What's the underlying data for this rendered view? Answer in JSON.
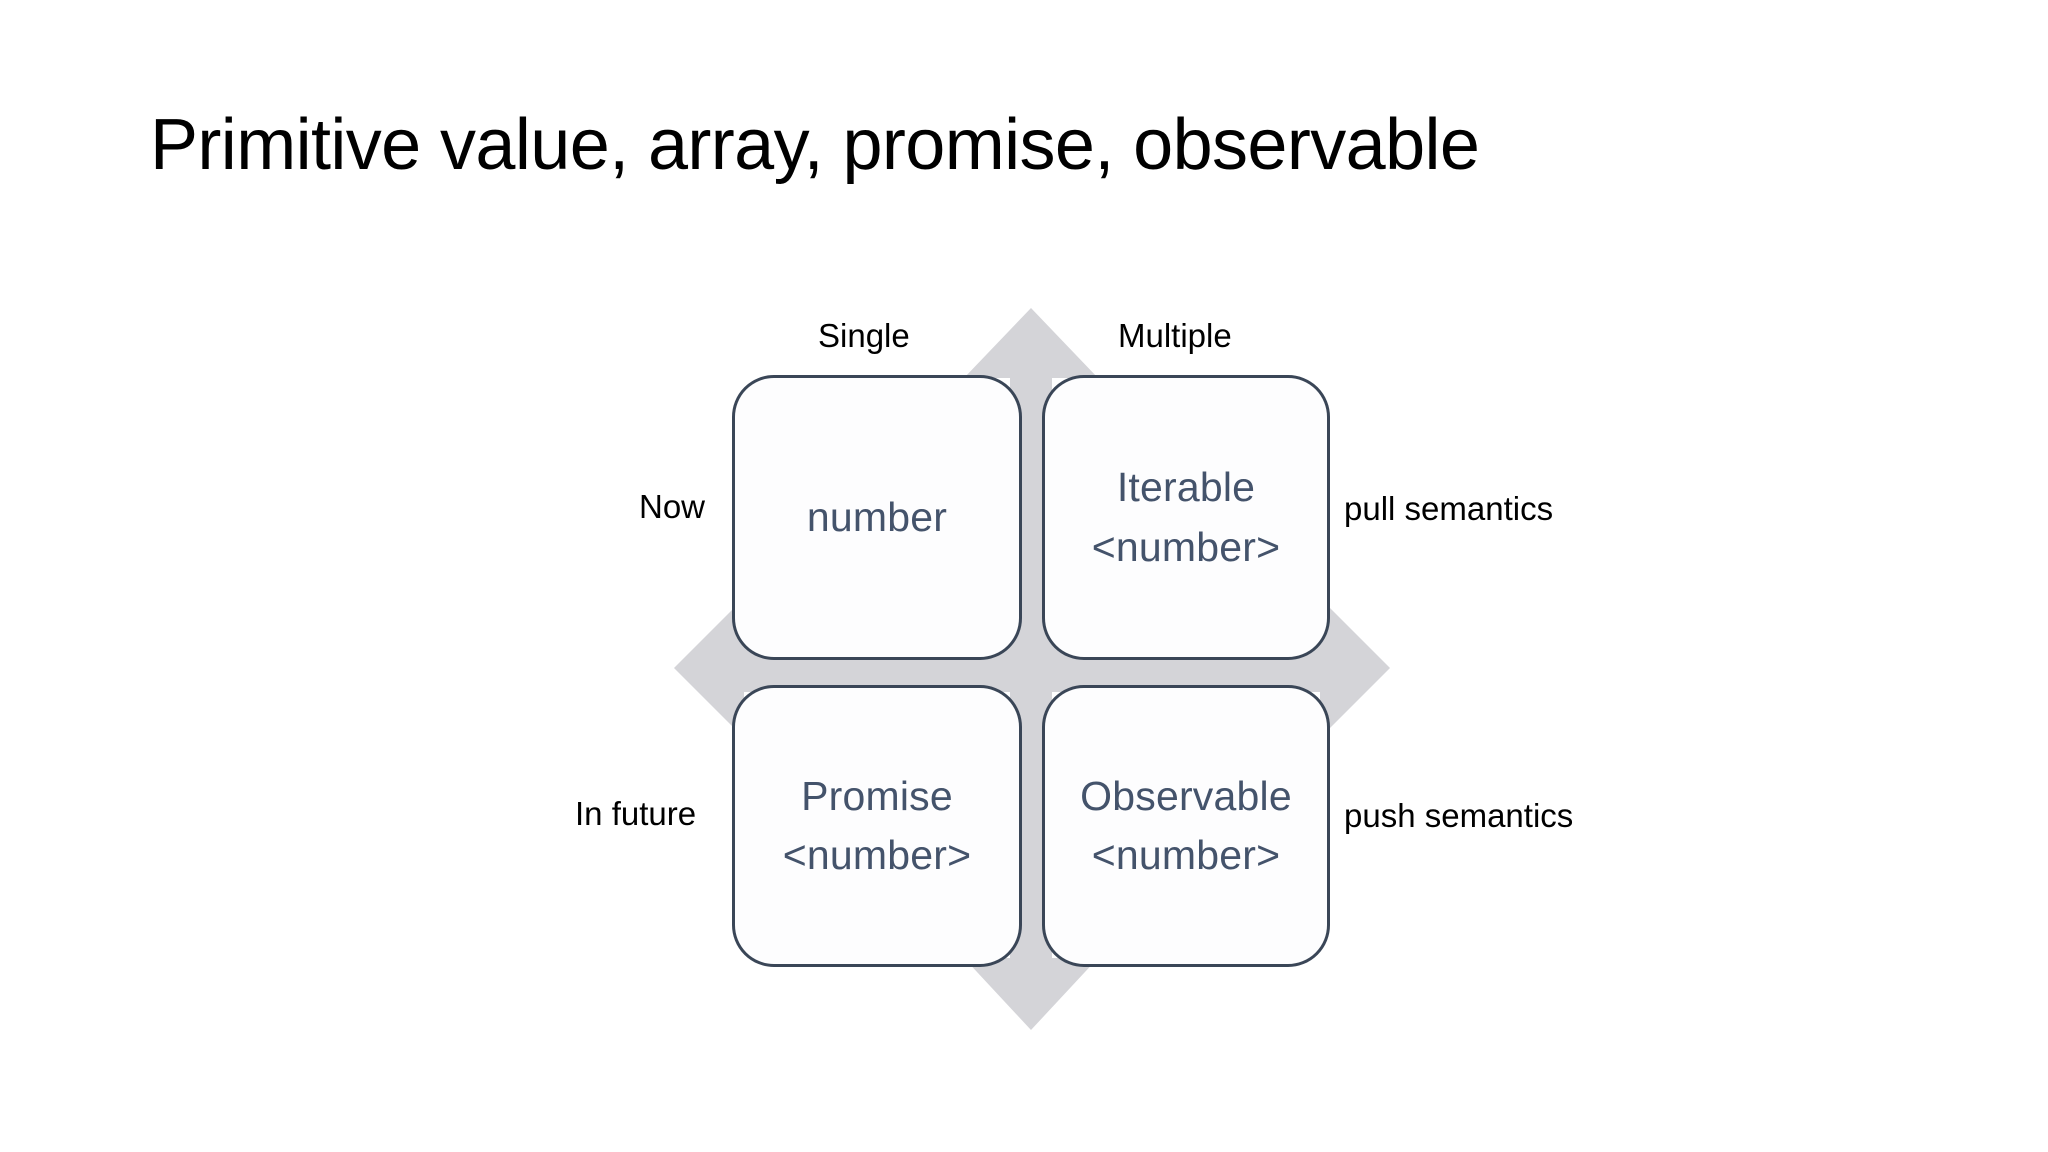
{
  "slide": {
    "title": "Primitive value, array, promise, observable",
    "background_color": "#ffffff"
  },
  "theme": {
    "box_border_color": "#3a4657",
    "box_fill_color": "#fdfdfe",
    "box_text_color": "#44536b",
    "axis_label_color": "#000000",
    "star_color": "#d4d4d8"
  },
  "diagram": {
    "kind": "2x2-quadrant-matrix",
    "column_axis": {
      "name": "cardinality",
      "labels": [
        "Single",
        "Multiple"
      ]
    },
    "row_axis": {
      "name": "timing",
      "labels": [
        "Now",
        "In future"
      ]
    },
    "row_annotations": [
      "pull semantics",
      "push semantics"
    ],
    "cells": [
      {
        "id": "now-single",
        "row": "Now",
        "column": "Single",
        "lines": [
          "number"
        ]
      },
      {
        "id": "now-multiple",
        "row": "Now",
        "column": "Multiple",
        "lines": [
          "Iterable",
          "<number>"
        ]
      },
      {
        "id": "future-single",
        "row": "In future",
        "column": "Single",
        "lines": [
          "Promise",
          "<number>"
        ]
      },
      {
        "id": "future-multiple",
        "row": "In future",
        "column": "Multiple",
        "lines": [
          "Observable",
          "<number>"
        ]
      }
    ],
    "background_shape": {
      "name": "four-pointed-star-icon",
      "description": "light gray four-headed arrow / cross behind the quadrant boxes",
      "color": "#d4d4d8"
    }
  }
}
